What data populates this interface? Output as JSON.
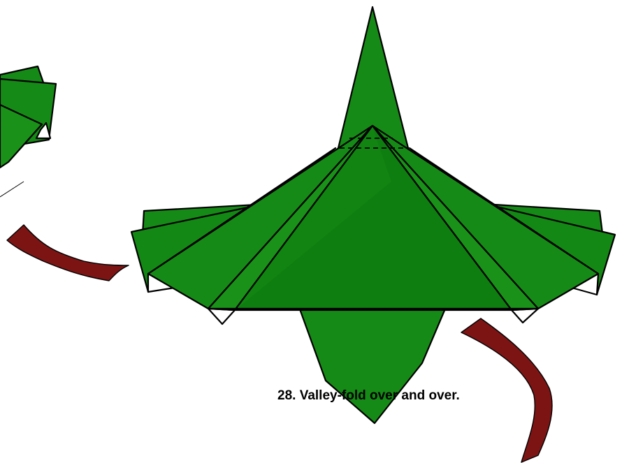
{
  "diagram": {
    "caption": "28. Valley-fold over and over.",
    "colors": {
      "paper_green": "#168a16",
      "paper_green_dark": "#107a10",
      "paper_white": "#ffffff",
      "arrow_red": "#7d1414",
      "outline": "#000000"
    },
    "symbols": [
      "valley-fold-line",
      "rotation-arrow",
      "rotation-arrow"
    ]
  }
}
